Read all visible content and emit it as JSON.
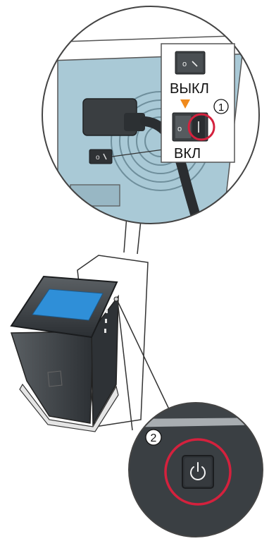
{
  "labels": {
    "switch_off": "ВЫКЛ",
    "switch_on": "ВКЛ",
    "step_1": "1",
    "step_2": "2"
  },
  "icons": {
    "power_button": "power-icon",
    "off_arrow": "down-triangle-icon"
  },
  "colors": {
    "highlight_ring": "#d4213d",
    "arrow": "#f08a1c",
    "display_screen": "#2f8fd8",
    "panel_blue": "#a9c9d6",
    "device_body": "#3f4448"
  }
}
